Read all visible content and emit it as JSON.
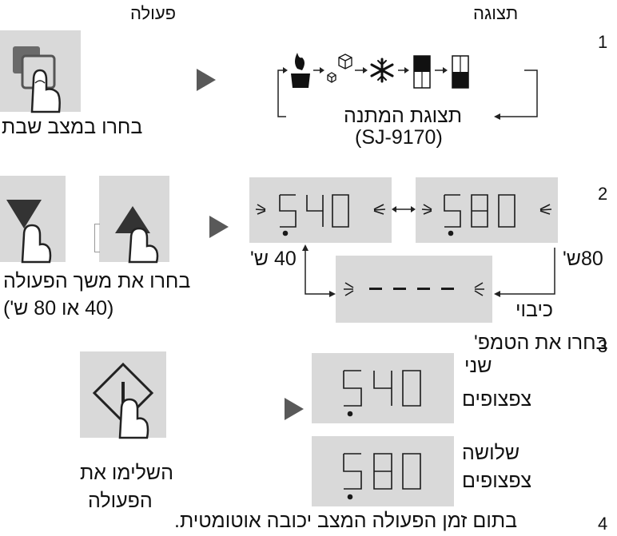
{
  "header": {
    "display": "תצוגה",
    "action": "פעולה"
  },
  "steps": [
    {
      "number": "1",
      "display_caption": "תצוגת המתנה",
      "model": "(SJ-9170)",
      "action_label": "בחרו במצב שבת",
      "icons": [
        "flame-icon",
        "ice-cubes-icon",
        "snowflake-icon",
        "half-bar-icon",
        "low-bar-icon"
      ]
    },
    {
      "number": "2",
      "lcd_left": "5.40",
      "lcd_right": "5.80",
      "lcd_off": "- - - -",
      "label_40": "40 ש'",
      "label_80": "80ש'",
      "label_off": "כיבוי",
      "action_label_1": "בחרו את משך הפעולה",
      "action_label_2": "(40 או 80 ש')"
    },
    {
      "number": "3",
      "title": "בחרו את הטמפ'",
      "lcd_top": "5.40",
      "lcd_bottom": "5.80",
      "beep2_1": "שני",
      "beep2_2": "צפצופים",
      "beep3_1": "שלושה",
      "beep3_2": "צפצופים",
      "action_label_1": "השלימו את",
      "action_label_2": "הפעולה"
    },
    {
      "number": "4",
      "text": "בתום זמן הפעולה המצב יכובה אוטומטית."
    }
  ],
  "colors": {
    "panel": "#d9d9d9",
    "dark": "#595959",
    "segments": "#1a1a1a"
  }
}
